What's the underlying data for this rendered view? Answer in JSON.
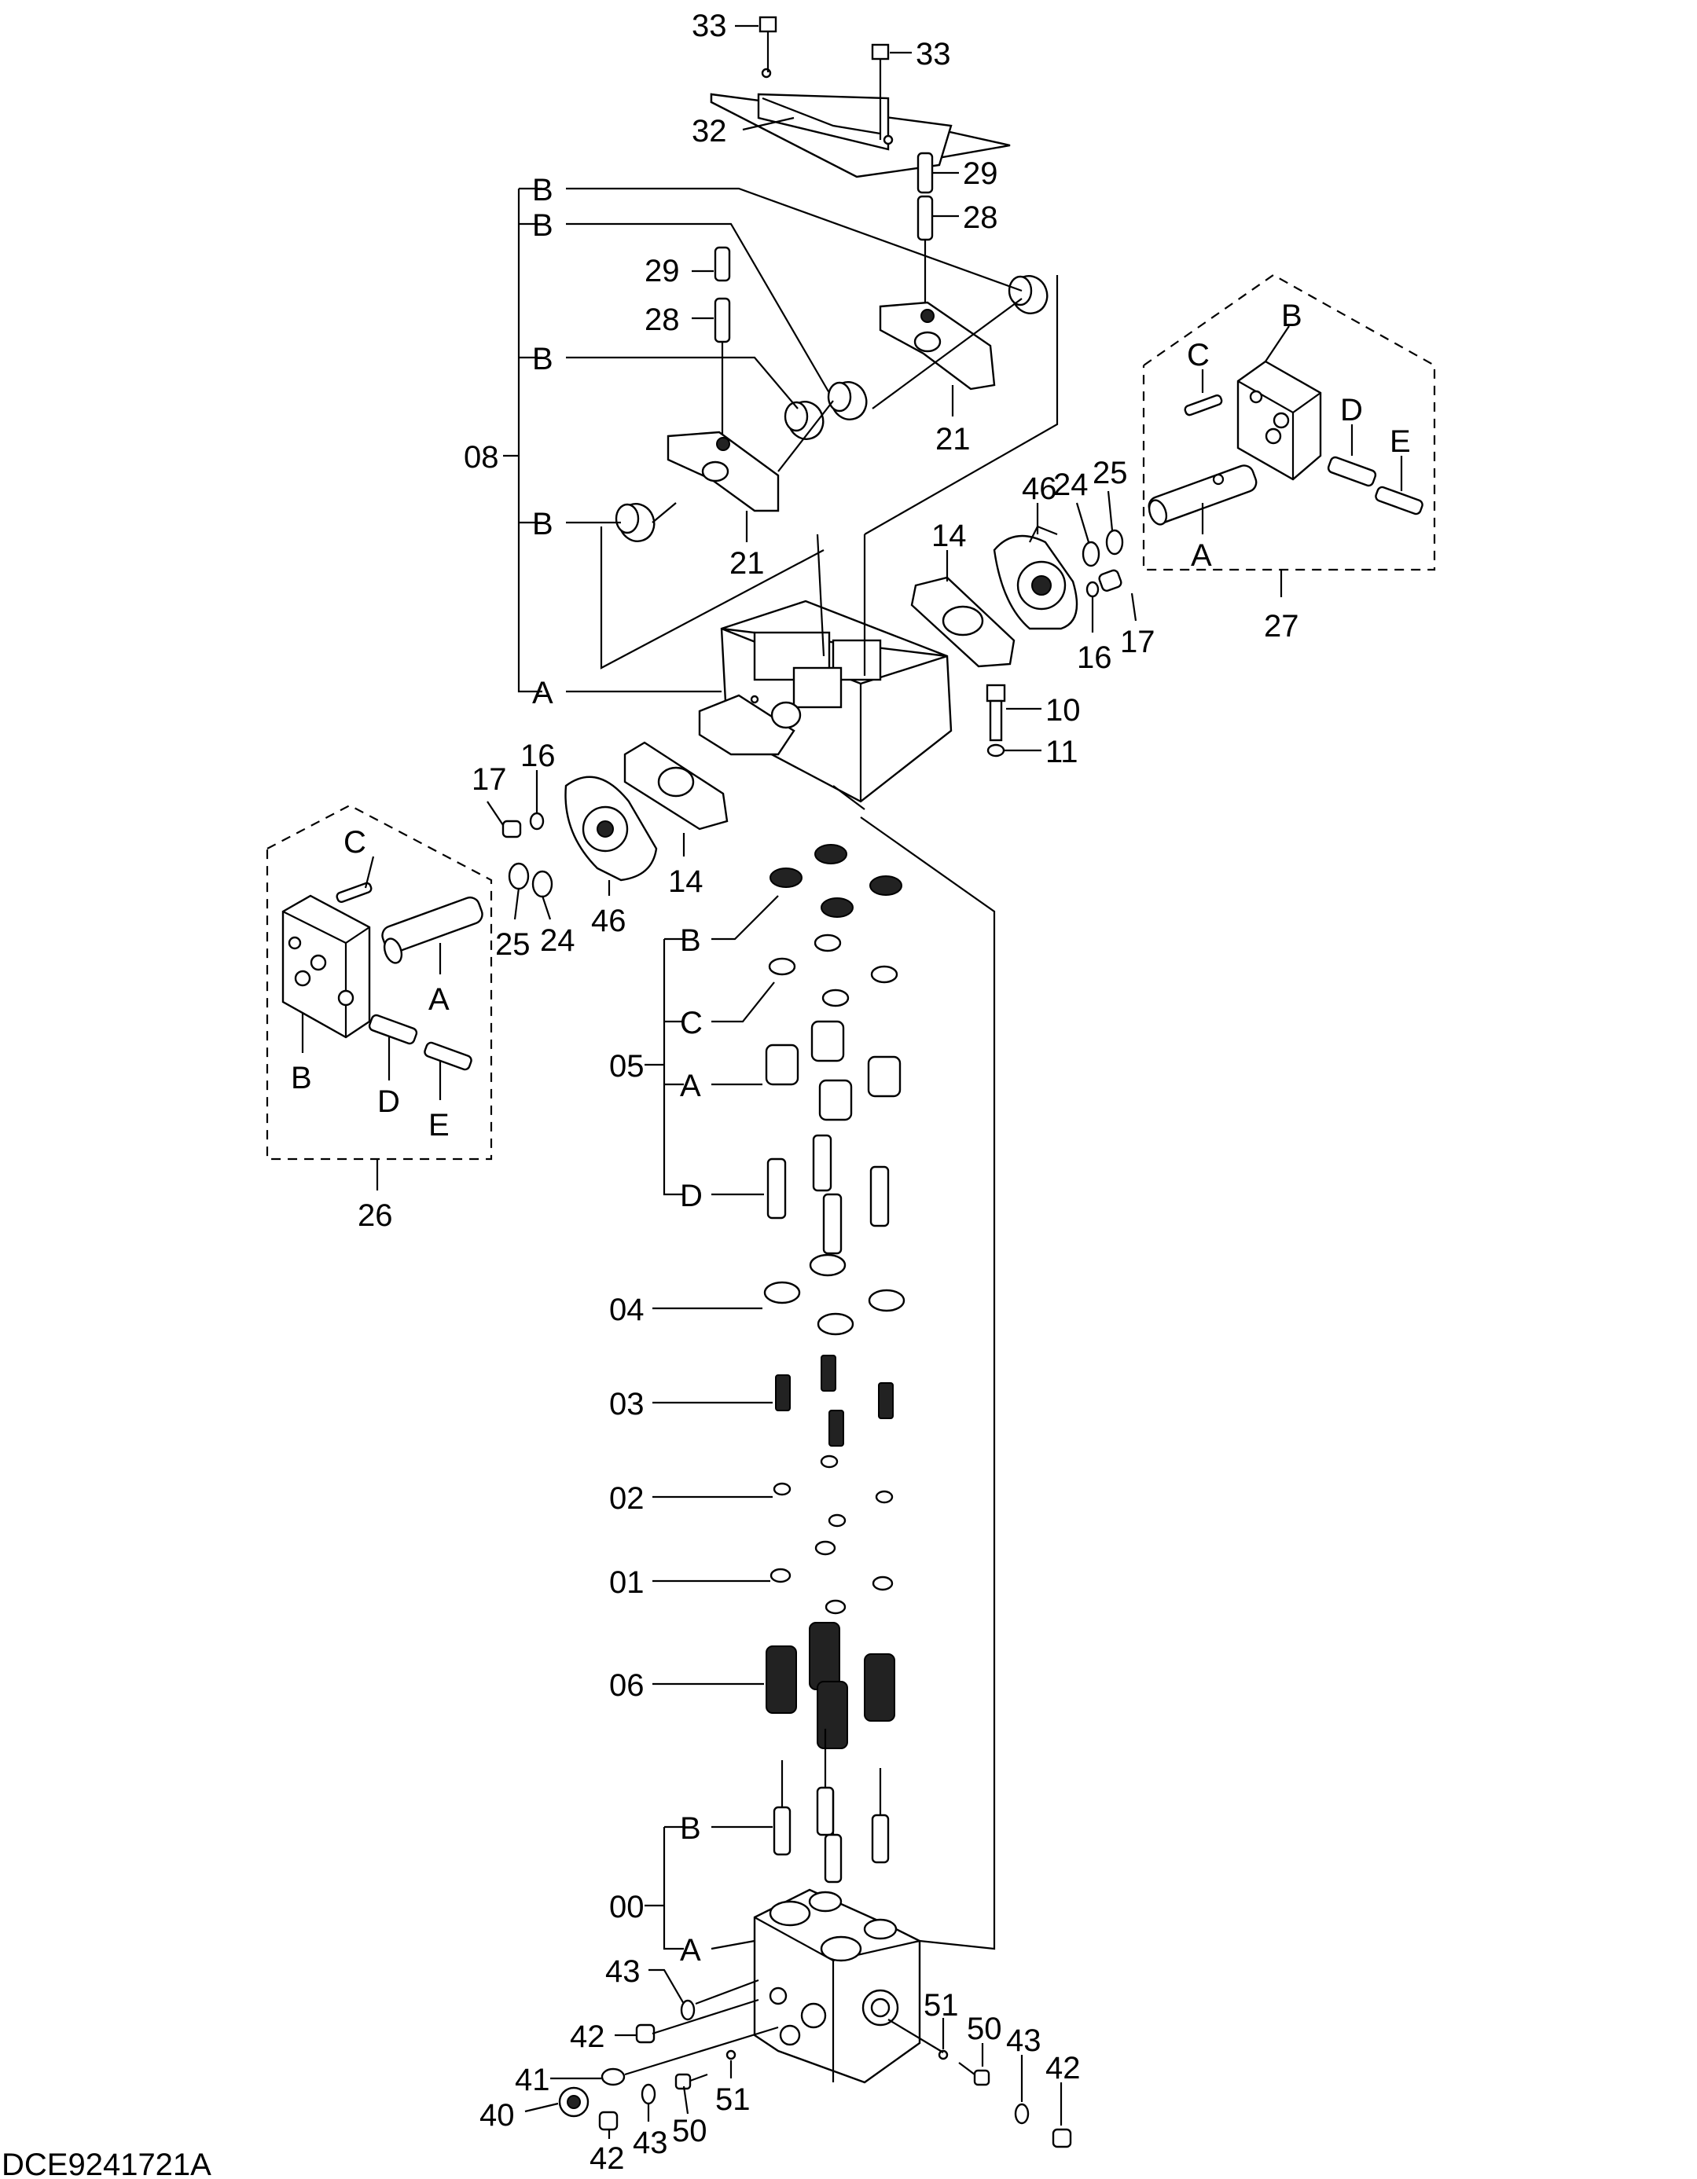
{
  "drawing_id": "DCE9241721A",
  "labels": {
    "l33a": "33",
    "l33b": "33",
    "l32": "32",
    "l29a": "29",
    "l28a": "28",
    "l08": "08",
    "l08_B1": "B",
    "l08_B2": "B",
    "l08_B3": "B",
    "l08_B4": "B",
    "l08_A": "A",
    "l29b": "29",
    "l28b": "28",
    "l21a": "21",
    "l21b": "21",
    "l27": "27",
    "l27_B": "B",
    "l27_C": "C",
    "l27_D": "D",
    "l27_E": "E",
    "l27_A": "A",
    "l46a": "46",
    "l24a": "24",
    "l25a": "25",
    "l14a": "14",
    "l16a": "16",
    "l17a": "17",
    "l10": "10",
    "l11": "11",
    "l17b": "17",
    "l16b": "16",
    "l14b": "14",
    "l46b": "46",
    "l24b": "24",
    "l25b": "25",
    "l26": "26",
    "l26_C": "C",
    "l26_A": "A",
    "l26_B": "B",
    "l26_D": "D",
    "l26_E": "E",
    "l05": "05",
    "l05_B": "B",
    "l05_C": "C",
    "l05_A": "A",
    "l05_D": "D",
    "l04": "04",
    "l03": "03",
    "l02": "02",
    "l01": "01",
    "l06": "06",
    "l00": "00",
    "l00_B": "B",
    "l00_A": "A",
    "l43a": "43",
    "l42a": "42",
    "l41": "41",
    "l40": "40",
    "l42b": "42",
    "l43b": "43",
    "l50a": "50",
    "l51a": "51",
    "l51b": "51",
    "l50b": "50",
    "l43c": "43",
    "l42c": "42"
  }
}
